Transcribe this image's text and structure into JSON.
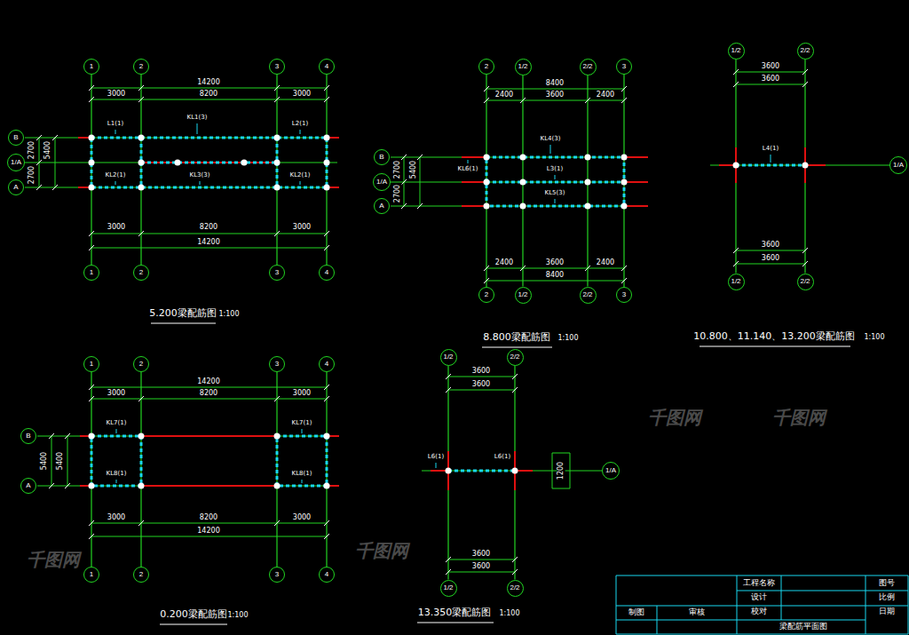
{
  "diagram": {
    "nodes": [
      {
        "text": [
          "1"
        ]
      },
      {
        "text": [
          "2"
        ]
      },
      {
        "text": [
          "3"
        ]
      },
      {
        "text": [
          "4"
        ]
      },
      {
        "text": [
          "1"
        ]
      },
      {
        "text": [
          "2"
        ]
      },
      {
        "text": [
          "3"
        ]
      },
      {
        "text": [
          "4"
        ]
      },
      {
        "text": [
          "B"
        ]
      },
      {
        "text": [
          "1/A"
        ]
      },
      {
        "text": [
          "A"
        ]
      },
      {
        "text": [
          "2"
        ]
      },
      {
        "text": [
          "1/2"
        ]
      },
      {
        "text": [
          "2/2"
        ]
      },
      {
        "text": [
          "3"
        ]
      },
      {
        "text": [
          "2"
        ]
      },
      {
        "text": [
          "1/2"
        ]
      },
      {
        "text": [
          "2/2"
        ]
      },
      {
        "text": [
          "3"
        ]
      },
      {
        "text": [
          "B"
        ]
      },
      {
        "text": [
          "1/A"
        ]
      },
      {
        "text": [
          "A"
        ]
      },
      {
        "text": [
          "1/2"
        ]
      },
      {
        "text": [
          "2/2"
        ]
      },
      {
        "text": [
          "1/2"
        ]
      },
      {
        "text": [
          "2/2"
        ]
      },
      {
        "text": [
          "1/A"
        ]
      },
      {
        "text": [
          "1"
        ]
      },
      {
        "text": [
          "2"
        ]
      },
      {
        "text": [
          "3"
        ]
      },
      {
        "text": [
          "4"
        ]
      },
      {
        "text": [
          "1"
        ]
      },
      {
        "text": [
          "2"
        ]
      },
      {
        "text": [
          "3"
        ]
      },
      {
        "text": [
          "4"
        ]
      },
      {
        "text": [
          "B"
        ]
      },
      {
        "text": [
          "A"
        ]
      },
      {
        "text": [
          "1/2"
        ]
      },
      {
        "text": [
          "2/2"
        ]
      },
      {
        "text": [
          "1/2"
        ]
      },
      {
        "text": [
          "2/2"
        ]
      },
      {
        "text": [
          "1/A"
        ]
      }
    ],
    "edges": [
      {
        "from": 0,
        "to": 4,
        "arrow": "none"
      },
      {
        "from": 1,
        "to": 5,
        "arrow": "none"
      },
      {
        "from": 2,
        "to": 6,
        "arrow": "none"
      },
      {
        "from": 3,
        "to": 7,
        "arrow": "none"
      },
      {
        "from": 11,
        "to": 15,
        "arrow": "none"
      },
      {
        "from": 12,
        "to": 16,
        "arrow": "none"
      },
      {
        "from": 13,
        "to": 17,
        "arrow": "none"
      },
      {
        "from": 14,
        "to": 18,
        "arrow": "none"
      },
      {
        "from": 22,
        "to": 24,
        "arrow": "none"
      },
      {
        "from": 23,
        "to": 25,
        "arrow": "none"
      },
      {
        "from": 27,
        "to": 31,
        "arrow": "none"
      },
      {
        "from": 28,
        "to": 32,
        "arrow": "none"
      },
      {
        "from": 29,
        "to": 33,
        "arrow": "none"
      },
      {
        "from": 30,
        "to": 34,
        "arrow": "none"
      },
      {
        "from": 37,
        "to": 39,
        "arrow": "none"
      },
      {
        "from": 38,
        "to": 40,
        "arrow": "none"
      }
    ],
    "labels": [
      "14200",
      "3000",
      "8200",
      "3000",
      "KL1(3)",
      "L1(1)",
      "L2(1)",
      "KL2(1)",
      "KL3(3)",
      "KL2(1)",
      "3000",
      "8200",
      "3000",
      "14200",
      "2700",
      "2700",
      "5400",
      "5.200梁配筋图",
      "1:100",
      "8400",
      "2400",
      "3600",
      "2400",
      "KL4(3)",
      "KL6(1)",
      "L3(1)",
      "KL5(3)",
      "2400",
      "3600",
      "2400",
      "8400",
      "2700",
      "2700",
      "5400",
      "8.800梁配筋图",
      "1:100",
      "3600",
      "3600",
      "L4(1)",
      "3600",
      "3600",
      "10.800、11.140、13.200梁配筋图",
      "1:100",
      "14200",
      "3000",
      "8200",
      "3000",
      "KL7(1)",
      "KL7(1)",
      "KL8(1)",
      "KL8(1)",
      "3000",
      "8200",
      "3000",
      "14200",
      "5400",
      "5400",
      "0.200梁配筋图",
      "1:100",
      "3600",
      "3600",
      "L6(1)",
      "L6(1)",
      "1200",
      "3600",
      "3600",
      "13.350梁配筋图",
      "1:100",
      "工程名称",
      "设计",
      "校对",
      "梁配筋平面图",
      "图号",
      "比例",
      "日期",
      "制图",
      "审核",
      "千图网",
      "千图网",
      "千图网",
      "千图网"
    ]
  }
}
